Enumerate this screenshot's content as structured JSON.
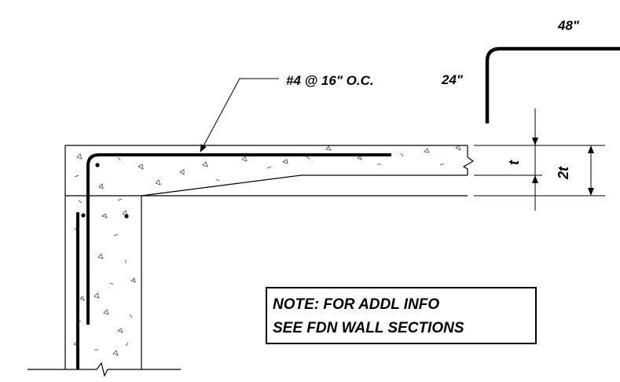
{
  "labels": {
    "rebar_callout": "#4 @ 16\" O.C.",
    "hook_horizontal": "48\"",
    "hook_vertical": "24\"",
    "dim_t": "t",
    "dim_2t": "2t",
    "note_line1": "NOTE: FOR ADDL INFO",
    "note_line2": "SEE FDN WALL SECTIONS"
  }
}
